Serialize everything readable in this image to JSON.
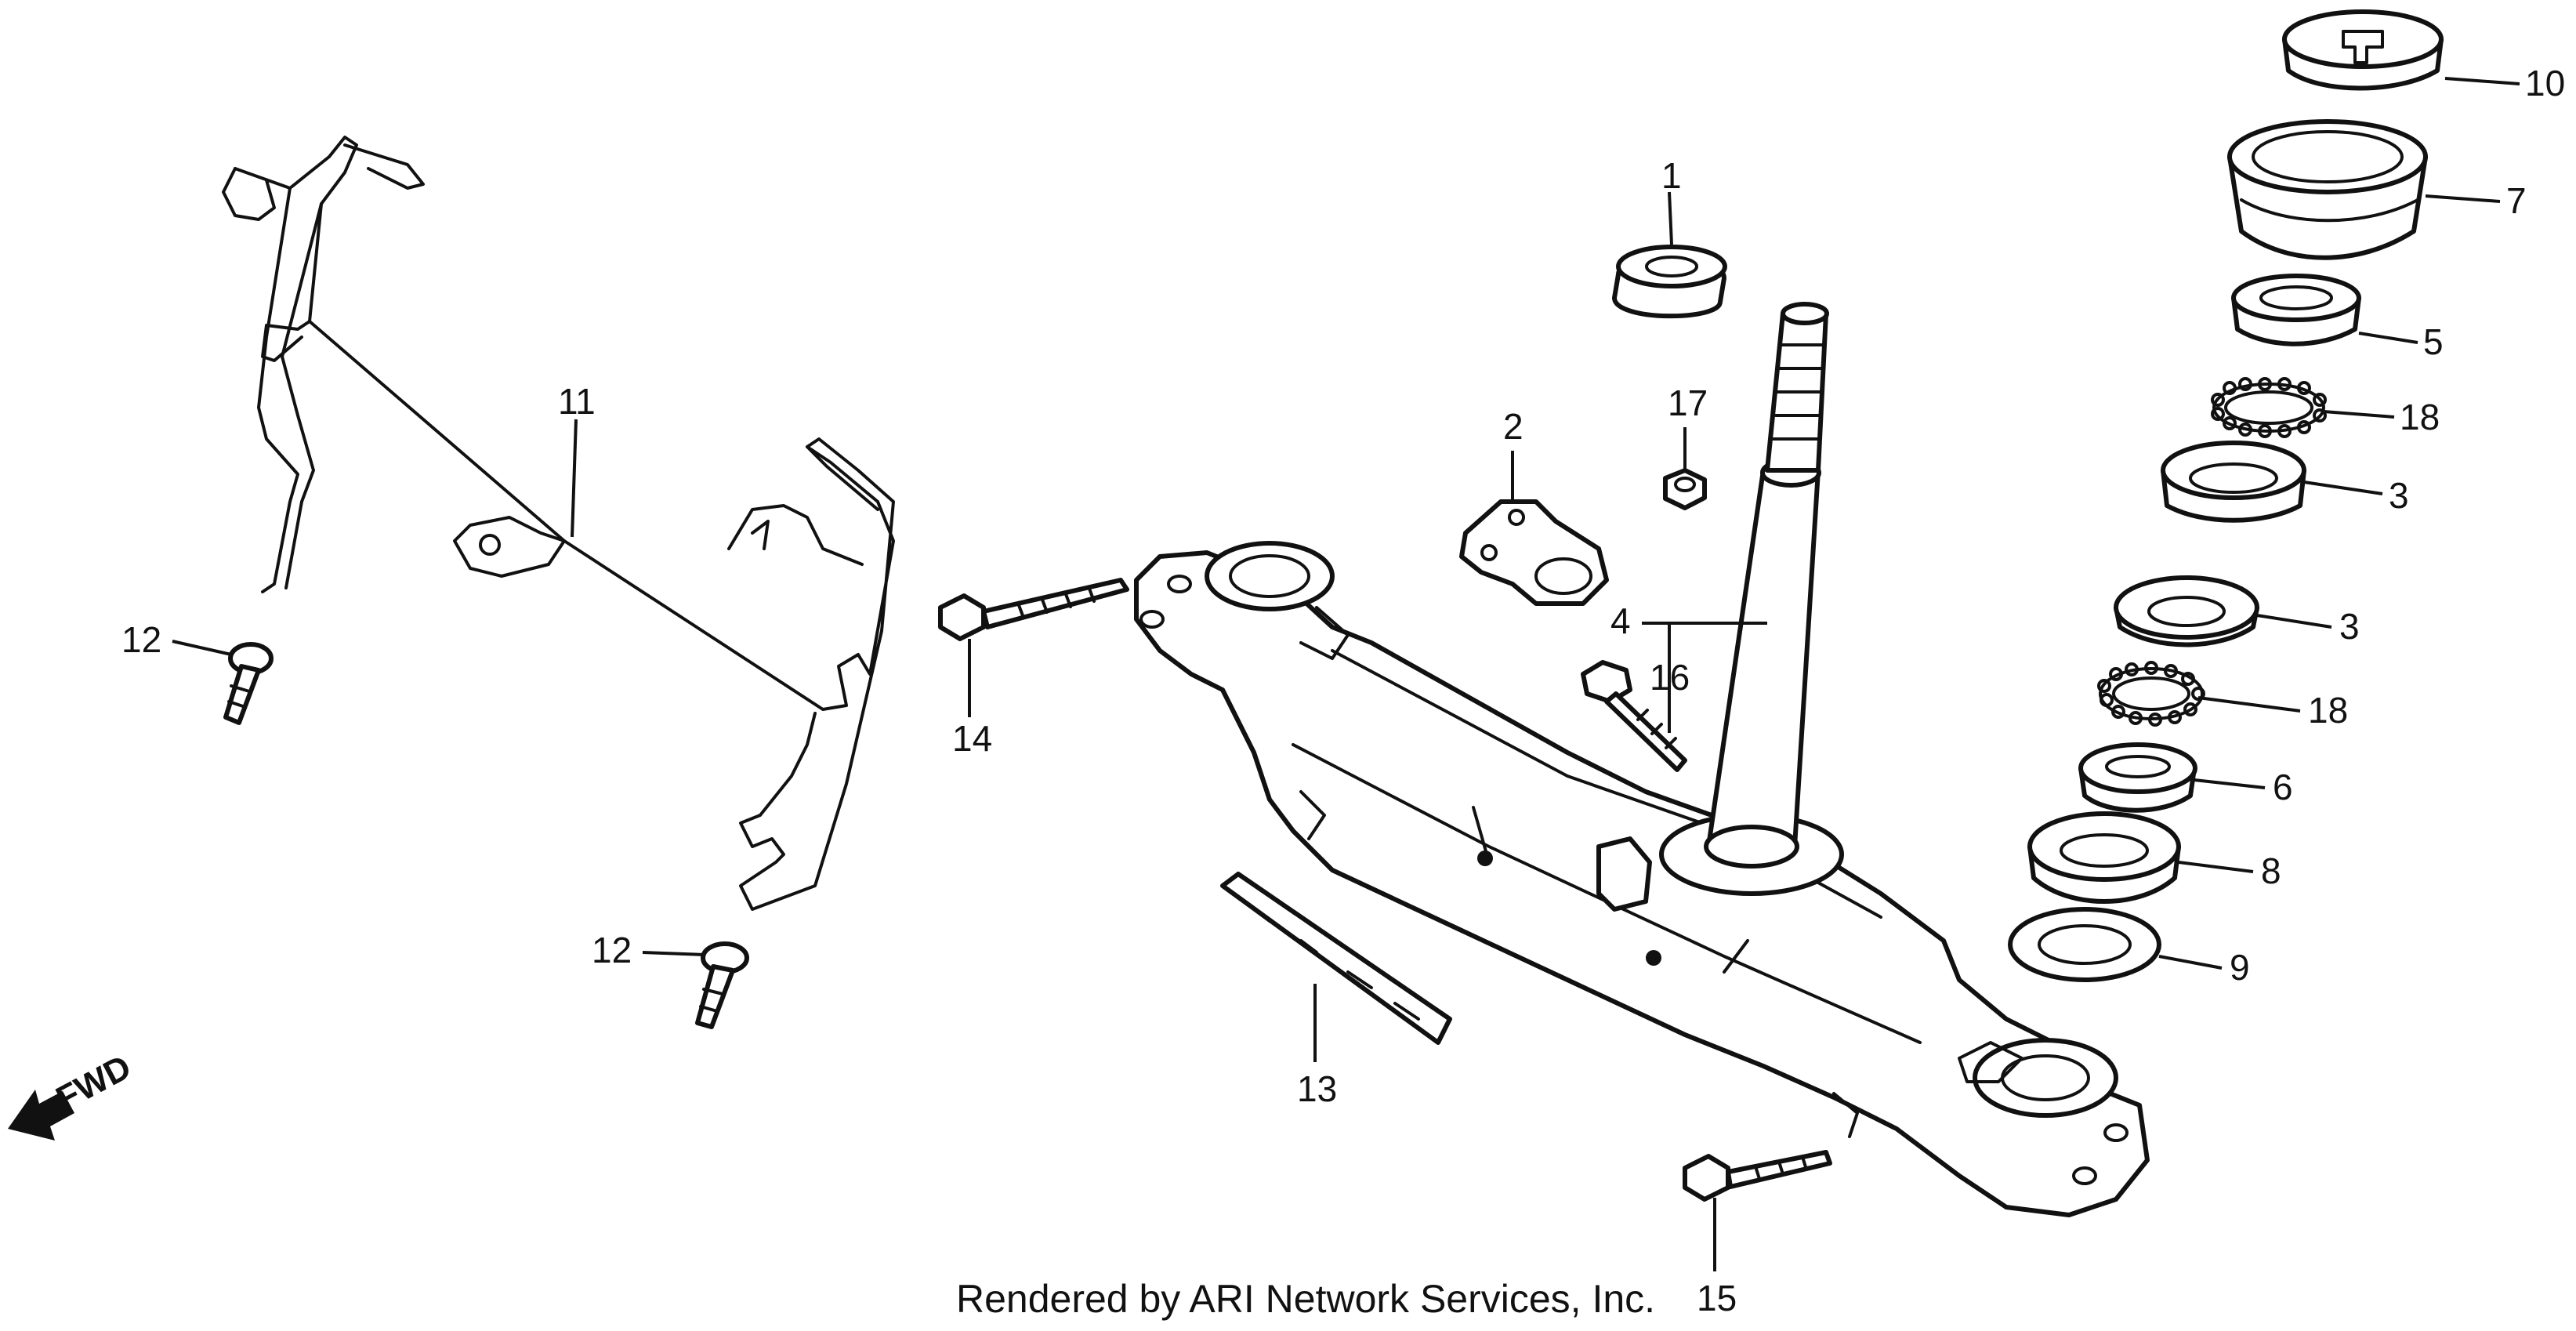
{
  "diagram": {
    "callouts": {
      "c1": "1",
      "c2": "2",
      "c3a": "3",
      "c3b": "3",
      "c4": "4",
      "c5": "5",
      "c6": "6",
      "c7": "7",
      "c8": "8",
      "c9": "9",
      "c10": "10",
      "c11": "11",
      "c12a": "12",
      "c12b": "12",
      "c13": "13",
      "c14": "14",
      "c15": "15",
      "c16": "16",
      "c17": "17",
      "c18a": "18",
      "c18b": "18"
    },
    "direction_label": "FWD",
    "credit": "Rendered by ARI Network Services, Inc."
  }
}
